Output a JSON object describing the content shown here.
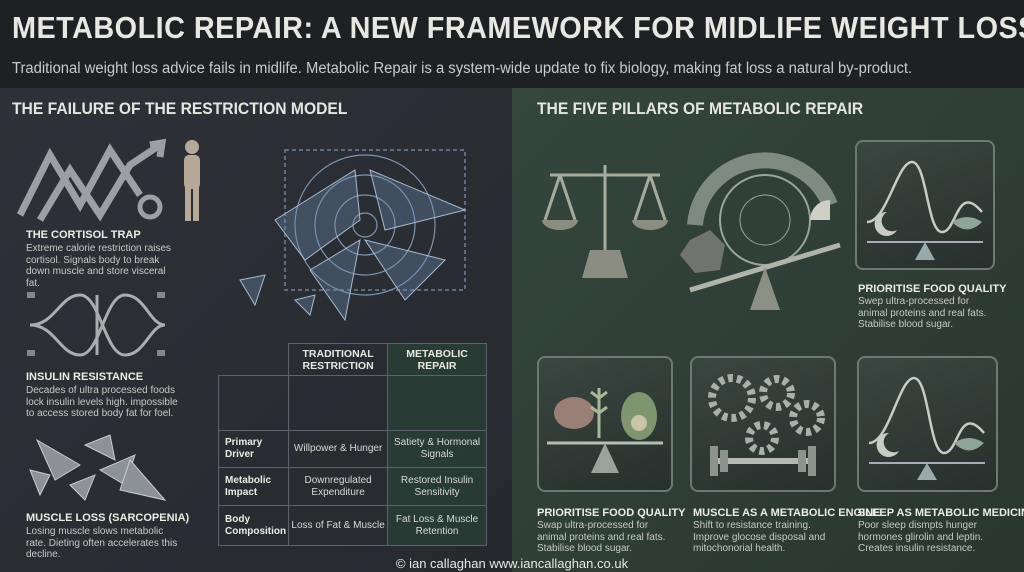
{
  "header": {
    "title": "METABOLIC REPAIR: A NEW FRAMEWORK FOR MIDLIFE WEIGHT LOSS",
    "subtitle": "Traditional weight loss advice fails in midlife. Metabolic Repair is a system-wide update to fix biology, making fat loss a natural by-product."
  },
  "left": {
    "heading": "THE FAILURE OF THE RESTRICTION MODEL",
    "items": [
      {
        "title": "THE CORTISOL TRAP",
        "desc": "Extreme calorie restriction raises cortisol. Signals body to break down muscle and store visceral fat.",
        "icon": "zigzag-arrows-icon"
      },
      {
        "title": "INSULIN RESISTANCE",
        "desc": "Decades of ultra processed foods lock insulin levels high. impossible to access stored body fat for foel.",
        "icon": "wave-icon"
      },
      {
        "title": "MUSCLE LOSS (SARCOPENIA)",
        "desc": "Losing muscle slows metabolic rate. Dieting often accelerates this decline.",
        "icon": "shards-icon"
      }
    ],
    "table": {
      "columns": [
        "TRADITIONAL RESTRICTION",
        "METABOLIC REPAIR"
      ],
      "rows": [
        {
          "label": "Primary Driver",
          "traditional": "Willpower & Hunger",
          "repair": "Satiety & Hormonal Signals"
        },
        {
          "label": "Metabolic Impact",
          "traditional": "Downregulated Expenditure",
          "repair": "Restored Insulin Sensitivity"
        },
        {
          "label": "Body Composition",
          "traditional": "Loss of Fat & Muscle",
          "repair": "Fat Loss & Muscle Retention"
        }
      ]
    }
  },
  "right": {
    "heading": "THE FIVE PILLARS OF METABOLIC REPAIR",
    "top_card": {
      "title": "PRIORITISE FOOD QUALITY",
      "desc": "Swep ultra-processed for animal proteins and real fats. Stabilise blood sugar."
    },
    "pillars": [
      {
        "title": "PRIORITISE FOOD QUALITY",
        "desc": "Swap ultra-processed for animal proteins and real fats. Stabilise blood sugar.",
        "icon": "food-scale-icon"
      },
      {
        "title": "MUSCLE AS A METABOLIC ENGINE",
        "desc": "Shift to resistance training. Improve glocose disposal and mitochonorial health.",
        "icon": "gears-dumbbell-icon"
      },
      {
        "title": "SLEEP AS METABOLIC MEDICINE",
        "desc": "Poor sleep dismpts hunger hormones glirolin and leptin. Creates insulin resistance.",
        "icon": "moon-wave-icon"
      }
    ]
  },
  "footer": "© ian callaghan  www.iancallaghan.co.uk",
  "colors": {
    "left_bg": "#2b2f35",
    "right_bg": "#31423a",
    "header_bg": "#1e2024"
  }
}
